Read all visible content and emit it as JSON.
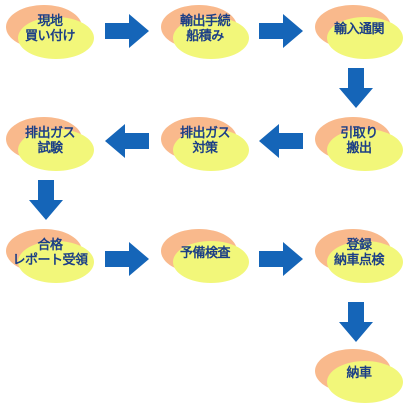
{
  "colors": {
    "blob_orange": "#f9b98c",
    "blob_yellow": "#f2f77a",
    "text": "#1c3f86",
    "arrow": "#1565b8"
  },
  "steps": [
    {
      "id": "local-purchase",
      "lines": [
        "現地",
        "買い付け"
      ]
    },
    {
      "id": "export-shipping",
      "lines": [
        "輸出手続",
        "船積み"
      ]
    },
    {
      "id": "import-customs",
      "lines": [
        "輸入通関"
      ]
    },
    {
      "id": "pickup",
      "lines": [
        "引取り",
        "搬出"
      ]
    },
    {
      "id": "emission-measures",
      "lines": [
        "排出ガス",
        "対策"
      ]
    },
    {
      "id": "emission-test",
      "lines": [
        "排出ガス",
        "試験"
      ]
    },
    {
      "id": "pass-report",
      "lines": [
        "合格",
        "レポート受領"
      ]
    },
    {
      "id": "preliminary-inspection",
      "lines": [
        "予備検査"
      ]
    },
    {
      "id": "registration",
      "lines": [
        "登録",
        "納車点検"
      ]
    },
    {
      "id": "delivery",
      "lines": [
        "納車"
      ]
    }
  ],
  "arrows": [
    {
      "from": "local-purchase",
      "to": "export-shipping",
      "direction": "right"
    },
    {
      "from": "export-shipping",
      "to": "import-customs",
      "direction": "right"
    },
    {
      "from": "import-customs",
      "to": "pickup",
      "direction": "down"
    },
    {
      "from": "pickup",
      "to": "emission-measures",
      "direction": "left"
    },
    {
      "from": "emission-measures",
      "to": "emission-test",
      "direction": "left"
    },
    {
      "from": "emission-test",
      "to": "pass-report",
      "direction": "down"
    },
    {
      "from": "pass-report",
      "to": "preliminary-inspection",
      "direction": "right"
    },
    {
      "from": "preliminary-inspection",
      "to": "registration",
      "direction": "right"
    },
    {
      "from": "registration",
      "to": "delivery",
      "direction": "down"
    }
  ]
}
